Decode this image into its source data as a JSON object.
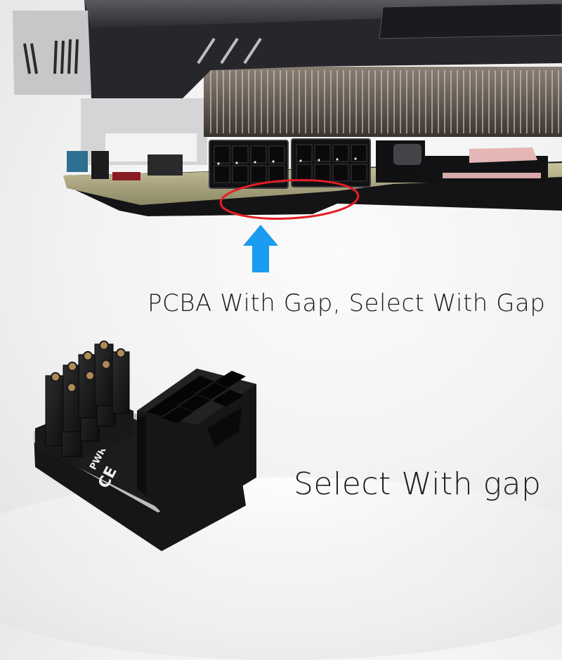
{
  "image": {
    "kind": "product-photo",
    "subject": "8-pin PCIe power right-angle adapter",
    "colors": {
      "background": "#f3f3f3",
      "highlight_ellipse": "#e31e24",
      "arrow": "#1a9cf0",
      "caption_text": "#1e1e1e",
      "gpu_shroud": "#2a2b2f",
      "pcb": "#b9b48a",
      "thermal_pad": "#e8b8b8"
    }
  },
  "gpu_section": {
    "connectors": [
      "8-pin-left",
      "8-pin-right"
    ],
    "highlight_label": "gap-highlight"
  },
  "captions": {
    "top": "PCBA With Gap, Select With Gap",
    "bottom": "Select With gap"
  },
  "adapter_section": {
    "pcb_marking": "PWR",
    "ce_mark": "CE",
    "female_pins": 8,
    "male_pins": 8
  }
}
